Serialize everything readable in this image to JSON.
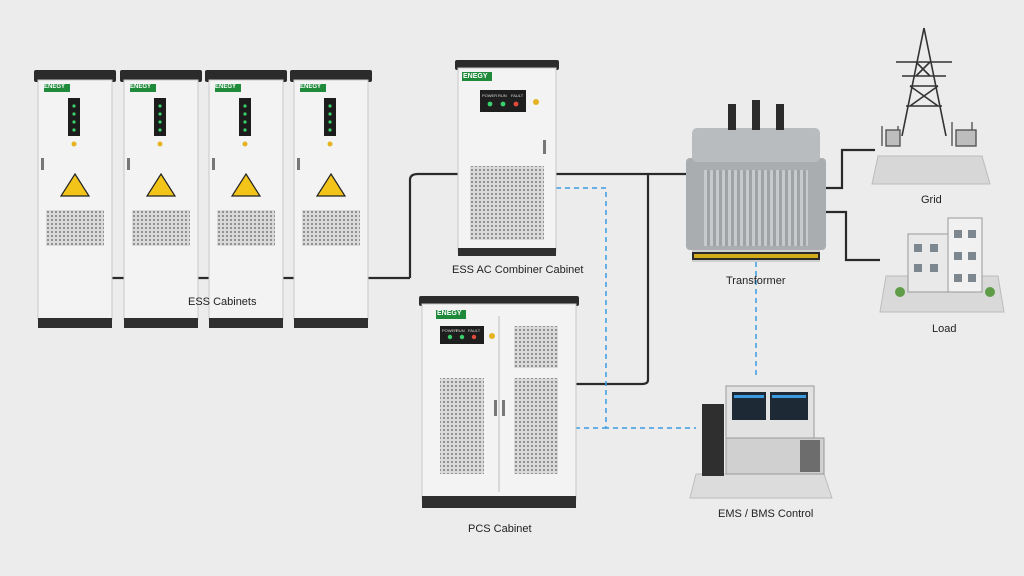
{
  "brand": "ENEGY",
  "labels": {
    "ess_cabinets": "ESS Cabinets",
    "ac_combiner": "ESS AC Combiner Cabinet",
    "pcs_cabinet": "PCS Cabinet",
    "transformer": "Transformer",
    "grid": "Grid",
    "load": "Load",
    "ems_bms": "EMS / BMS Control"
  },
  "indicators": [
    "POWER",
    "RUN",
    "FAULT"
  ],
  "colors": {
    "background": "#ececec",
    "cabinet": "#f3f3f3",
    "cabinet_top": "#2b2b2b",
    "brand_green": "#1f8a3a",
    "power_cable": "#2a2a2a",
    "comm_line": "#3a9be0",
    "warning_yellow": "#f2c318"
  },
  "icons": [
    "warning-icon",
    "transmission-tower-icon",
    "building-icon",
    "monitor-icon"
  ]
}
